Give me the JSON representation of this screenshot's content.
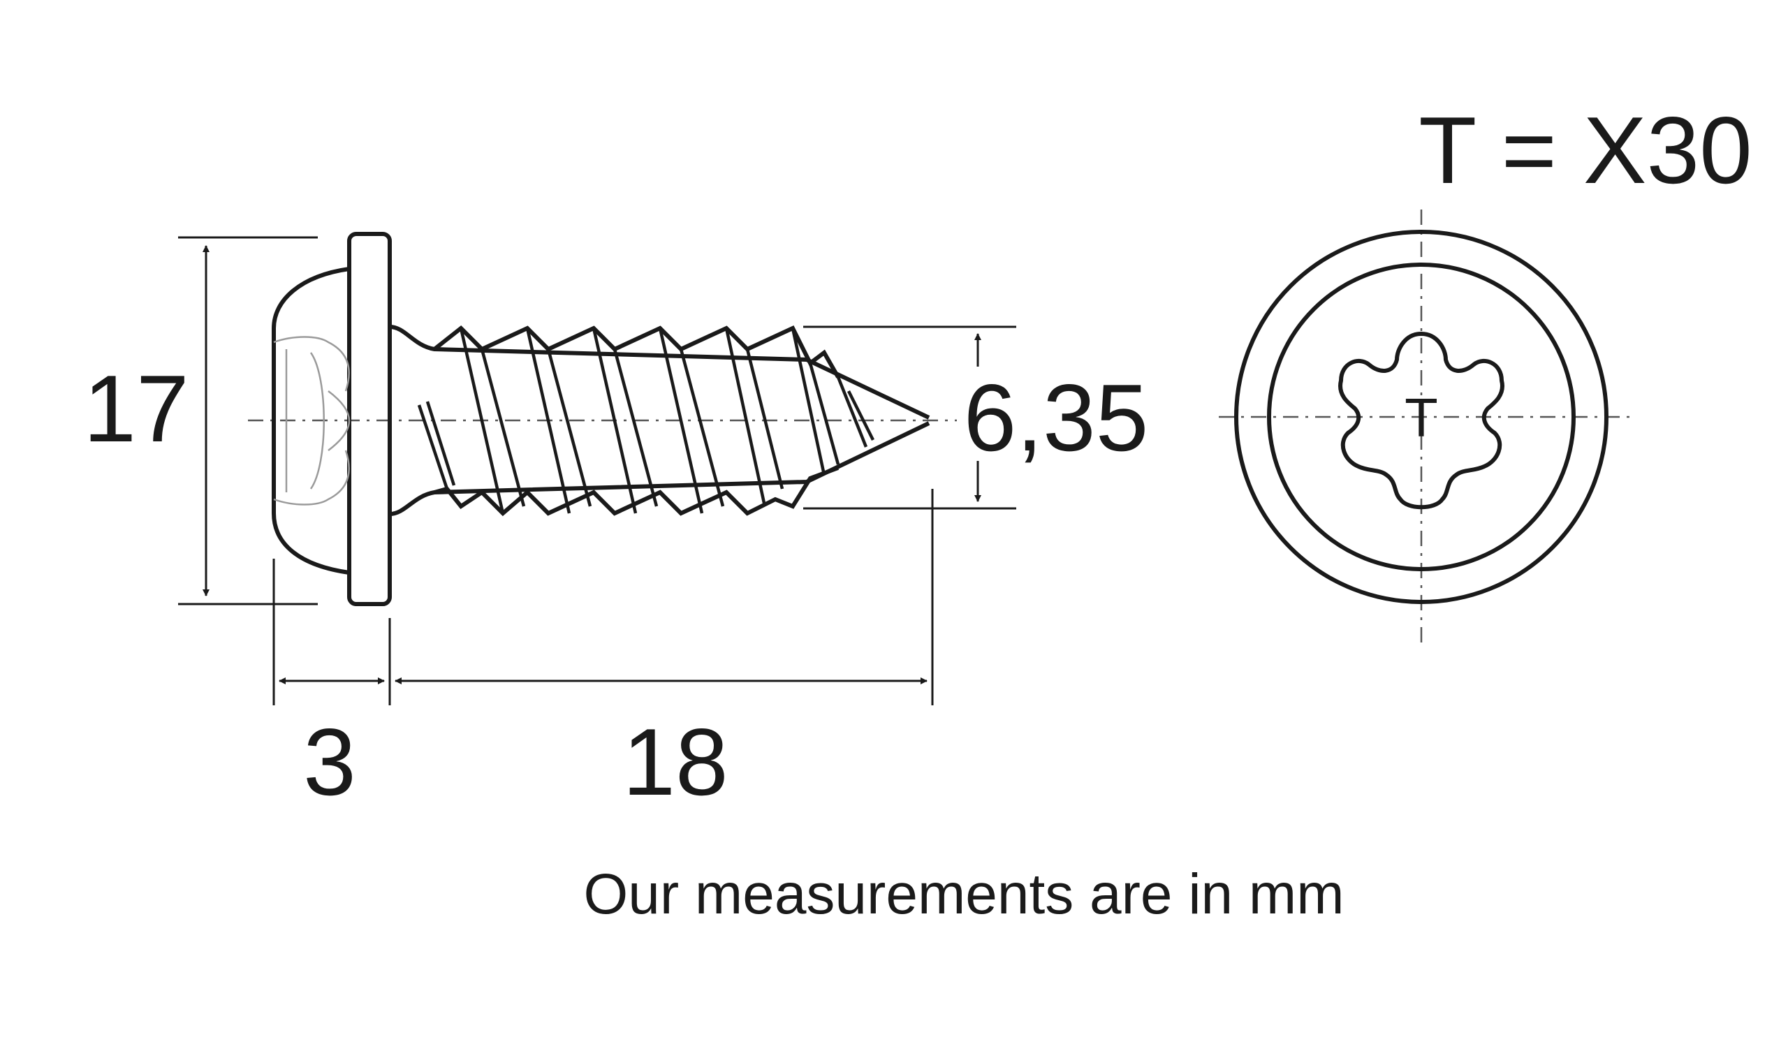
{
  "dimensions": {
    "head_diameter": "17",
    "head_height": "3",
    "shank_length": "18",
    "thread_diameter": "6,35"
  },
  "drive": {
    "label": "T = X30",
    "glyph": "T"
  },
  "note": "Our measurements are in mm",
  "colors": {
    "line": "#1a1a1a",
    "centerline": "#555555",
    "background": "#ffffff"
  },
  "icons": {
    "side_view": "screw-side-view-icon",
    "end_view": "torx-head-end-view-icon"
  }
}
